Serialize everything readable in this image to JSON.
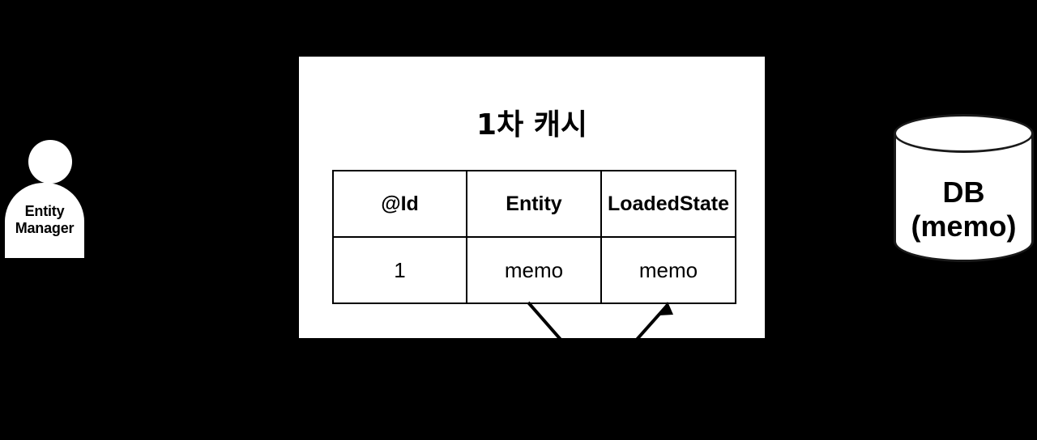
{
  "diagram": {
    "background_color": "#000000",
    "actor": {
      "icon": "person-actor-icon",
      "label_line1": "Entity",
      "label_line2": "Manager",
      "fill_color": "#ffffff",
      "text_color": "#000000"
    },
    "cache_panel": {
      "title": "1차 캐시",
      "fill_color": "#ffffff",
      "table": {
        "headers": [
          "@Id",
          "Entity",
          "LoadedState"
        ],
        "rows": [
          [
            "1",
            "memo",
            "memo"
          ]
        ],
        "border_color": "#000000"
      },
      "connectors": [
        {
          "name": "entity-down-line",
          "style": "plain-line",
          "from": "Entity cell bottom",
          "direction": "down-right"
        },
        {
          "name": "loadedstate-up-arrow",
          "style": "arrow",
          "to": "LoadedState cell bottom",
          "direction": "up-right"
        }
      ]
    },
    "database": {
      "icon": "database-cylinder-icon",
      "label_line1": "DB",
      "label_line2": "(memo)",
      "fill_color": "#ffffff",
      "stroke_color": "#1a1a1a",
      "text_color": "#000000"
    }
  }
}
